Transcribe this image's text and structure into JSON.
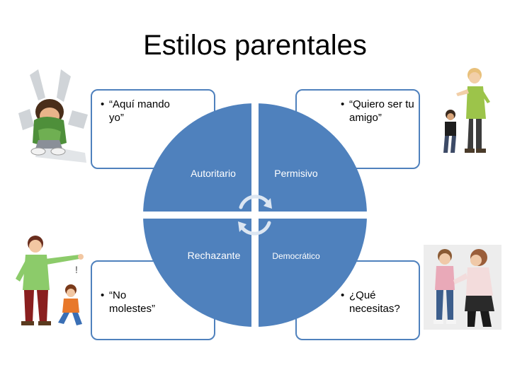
{
  "slide": {
    "title": "Estilos parentales"
  },
  "diagram": {
    "quadrants": [
      {
        "id": "top-left",
        "label": "Autoritario",
        "quote": "“Aquí mando yo”"
      },
      {
        "id": "top-right",
        "label": "Permisivo",
        "quote": "“Quiero ser tu amigo”"
      },
      {
        "id": "bottom-left",
        "label": "Rechazante",
        "quote": "“No molestes”"
      },
      {
        "id": "bottom-right",
        "label": "Democrático",
        "quote": "¿Qué necesitas?"
      }
    ],
    "colors": {
      "circle_fill": "#4F81BD",
      "box_border": "#4F81BD",
      "separator": "#ffffff",
      "arrow": "#DCE6F2"
    }
  },
  "illustrations": [
    {
      "id": "top-left",
      "name": "child-crouching-illustration"
    },
    {
      "id": "top-right",
      "name": "adult-talking-to-child-illustration"
    },
    {
      "id": "bottom-left",
      "name": "adult-scolding-child-illustration"
    },
    {
      "id": "bottom-right",
      "name": "mother-and-daughter-photo"
    }
  ]
}
